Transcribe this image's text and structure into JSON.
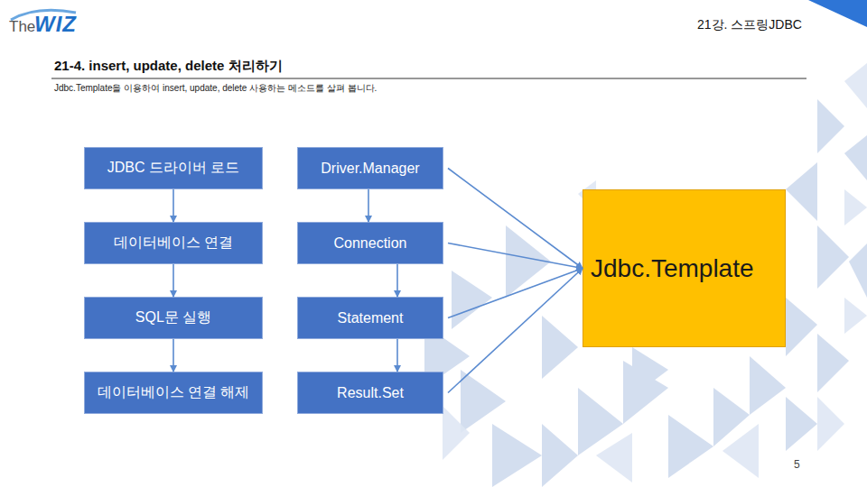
{
  "diagram": {
    "title": "21-4. insert, update, delete 처리하기",
    "nodes": [
      {
        "text": [
          "JDBC 드라이버 로드"
        ]
      },
      {
        "text": [
          "Driver.Manager"
        ]
      },
      {
        "text": [
          "데이터베이스 연결"
        ]
      },
      {
        "text": [
          "Connection"
        ]
      },
      {
        "text": [
          "SQL문 실행"
        ]
      },
      {
        "text": [
          "Statement"
        ]
      },
      {
        "text": [
          "데이터베이스 연결 해제"
        ]
      },
      {
        "text": [
          "Result.Set"
        ]
      },
      {
        "text": [
          "Jdbc.Template"
        ]
      }
    ],
    "edges": [
      {
        "from": 0,
        "to": 2,
        "arrow": "to"
      },
      {
        "from": 2,
        "to": 4,
        "arrow": "to"
      },
      {
        "from": 4,
        "to": 6,
        "arrow": "to"
      },
      {
        "from": 1,
        "to": 3,
        "arrow": "to"
      },
      {
        "from": 3,
        "to": 5,
        "arrow": "to"
      },
      {
        "from": 5,
        "to": 7,
        "arrow": "to"
      },
      {
        "from": 1,
        "to": 8,
        "arrow": "to"
      },
      {
        "from": 3,
        "to": 8,
        "arrow": "to"
      },
      {
        "from": 5,
        "to": 8,
        "arrow": "to"
      },
      {
        "from": 7,
        "to": 8,
        "arrow": "to"
      }
    ],
    "labels": [
      "The",
      "WIZ",
      "21강. 스프링JDBC",
      "Jdbc.Template을 이용하여 insert, update, delete 사용하는 메소드를 살펴 봅니다.",
      "5"
    ]
  }
}
